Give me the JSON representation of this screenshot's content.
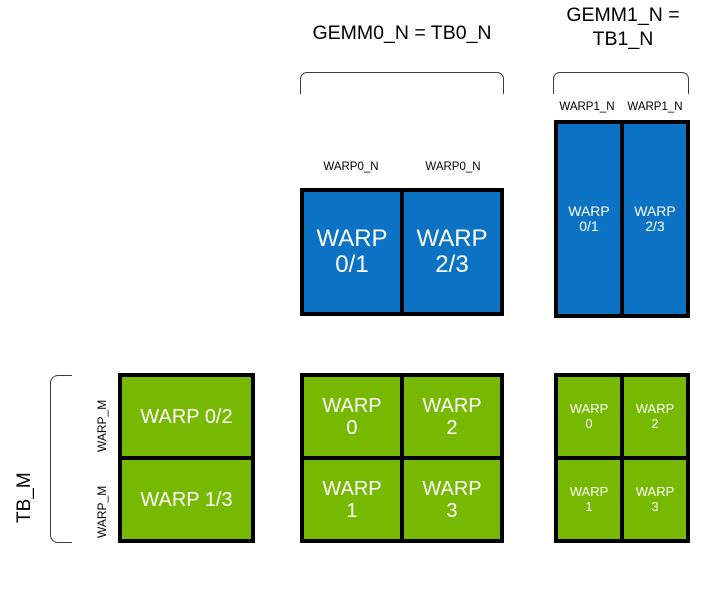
{
  "diagram": {
    "title_gemm0": "GEMM0_N = TB0_N",
    "title_gemm1": "GEMM1_N =\nTB1_N",
    "left_axis_label": "TB_M",
    "warp_m_top": "WARP_M",
    "warp_m_bottom": "WARP_M",
    "colors": {
      "blue": "#0b72c4",
      "green": "#76b900",
      "border": "#000000",
      "bracket": "#3b3b3b",
      "background": "#ffffff",
      "text": "#000000",
      "cell_text": "#ffffff"
    },
    "blue_gemm0": {
      "col_labels": [
        "WARP0_N",
        "WARP0_N"
      ],
      "cells": [
        "WARP\n0/1",
        "WARP\n2/3"
      ]
    },
    "blue_gemm1": {
      "col_labels": [
        "WARP1_N",
        "WARP1_N"
      ],
      "cells": [
        "WARP\n0/1",
        "WARP\n2/3"
      ]
    },
    "green_left": {
      "cells": [
        "WARP 0/2",
        "WARP 1/3"
      ]
    },
    "green_mid": {
      "cells": [
        "WARP\n0",
        "WARP\n2",
        "WARP\n1",
        "WARP\n3"
      ]
    },
    "green_right": {
      "cells": [
        "WARP\n0",
        "WARP\n2",
        "WARP\n1",
        "WARP\n3"
      ]
    }
  }
}
